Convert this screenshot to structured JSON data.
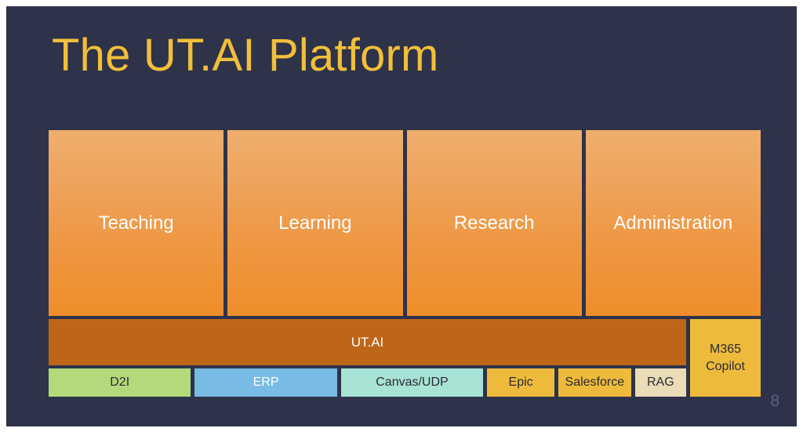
{
  "slide": {
    "title": "The UT.AI Platform",
    "page_number": "8",
    "background_color": "#2e3349",
    "title_color": "#f1bf3a",
    "page_number_color": "#5b6489"
  },
  "diagram": {
    "pillars": [
      {
        "label": "Teaching",
        "color_top": "#efae6d",
        "color_bottom": "#ef8e2b",
        "text_color": "#ffffff"
      },
      {
        "label": "Learning",
        "color_top": "#efae6d",
        "color_bottom": "#ef8e2b",
        "text_color": "#ffffff"
      },
      {
        "label": "Research",
        "color_top": "#efae6d",
        "color_bottom": "#ef8e2b",
        "text_color": "#ffffff"
      },
      {
        "label": "Administration",
        "color_top": "#efae6d",
        "color_bottom": "#ef8e2b",
        "text_color": "#ffffff"
      }
    ],
    "platform": {
      "label": "UT.AI",
      "color": "#be6618",
      "text_color": "#ffffff"
    },
    "copilot": {
      "line1": "M365",
      "line2": "Copilot",
      "color": "#eeba3c",
      "text_color": "#2b2b33"
    },
    "systems": [
      {
        "label": "D2I",
        "color": "#b4d97b",
        "text_color": "#2b2b33",
        "width": 186
      },
      {
        "label": "ERP",
        "color": "#78bbe4",
        "text_color": "#ffffff",
        "width": 186
      },
      {
        "label": "Canvas/UDP",
        "color": "#a8e3d5",
        "text_color": "#2b2b33",
        "width": 186
      },
      {
        "label": "Epic",
        "color": "#eeba3c",
        "text_color": "#2b2b33",
        "width": 88
      },
      {
        "label": "Salesforce",
        "color": "#eeba3c",
        "text_color": "#2b2b33",
        "width": 95
      },
      {
        "label": "RAG",
        "color": "#e9dcb6",
        "text_color": "#2b2b33",
        "width": 67
      }
    ]
  }
}
